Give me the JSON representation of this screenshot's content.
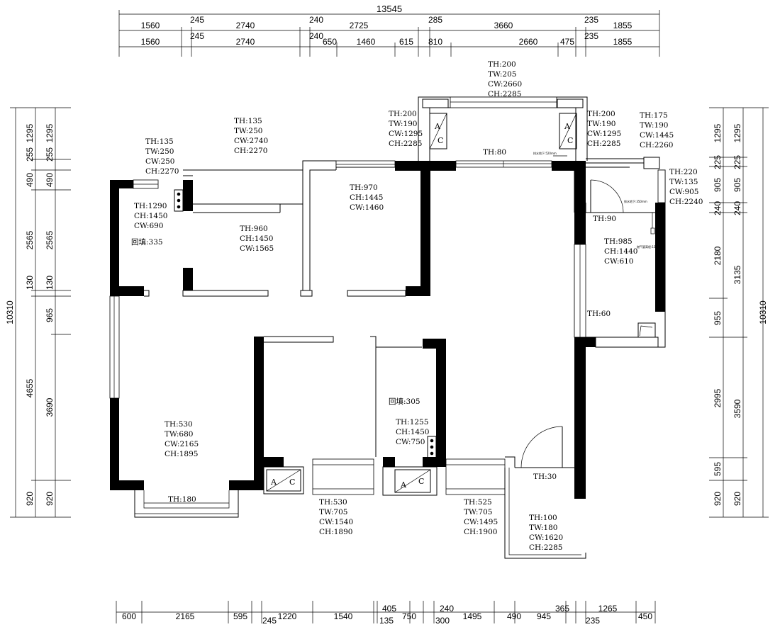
{
  "dims": {
    "top_total": "13545",
    "top_row1": [
      "1560",
      "245",
      "2740",
      "240",
      "2725",
      "285",
      "3660",
      "235",
      "1855"
    ],
    "top_row2": [
      "1560",
      "245",
      "2740",
      "240",
      "650",
      "1460",
      "615",
      "810",
      "2660",
      "475",
      "235",
      "1855"
    ],
    "bottom_row": [
      "600",
      "2165",
      "595",
      "245",
      "1220",
      "1540",
      "405",
      "135",
      "750",
      "240",
      "300",
      "1495",
      "490",
      "945",
      "365",
      "235",
      "1265",
      "450"
    ],
    "left_outer": [
      "1295",
      "255",
      "490",
      "2565",
      "130",
      "4655",
      "920"
    ],
    "left_inner": [
      "1295",
      "255",
      "490",
      "2565",
      "130",
      "965",
      "3690",
      "920"
    ],
    "left_total": "10310",
    "right_inner": [
      "1295",
      "225",
      "905",
      "240",
      "2180",
      "955",
      "2995",
      "595",
      "920"
    ],
    "right_outer": [
      "1295",
      "225",
      "905",
      "240",
      "3135",
      "3590",
      "920"
    ],
    "right_total": "10310"
  },
  "notes": {
    "top_bay": [
      "TH:200",
      "TW:205",
      "CW:2660",
      "CH:2285"
    ],
    "bay_left": [
      "TH:200",
      "TW:190",
      "CW:1295",
      "CH:2285"
    ],
    "bay_right": [
      "TH:200",
      "TW:190",
      "CW:1295",
      "CH:2285"
    ],
    "balcony_top_right": [
      "TH:175",
      "TW:190",
      "CW:1445",
      "CH:2260"
    ],
    "corner_window": [
      "TH:220",
      "TW:135",
      "CW:905",
      "CH:2240"
    ],
    "bedroom2_top": [
      "TH:135",
      "TW:250",
      "CW:2740",
      "CH:2270"
    ],
    "closet_top": [
      "TH:135",
      "TW:250",
      "CW:250",
      "CH:2270"
    ],
    "closet_window": [
      "TH:1290",
      "CH:1450",
      "CW:690"
    ],
    "closet_fill": "回填:335",
    "bedroom2_window": [
      "TH:960",
      "CH:1450",
      "CW:1565"
    ],
    "bath_window": [
      "TH:970",
      "CH:1445",
      "CW:1460"
    ],
    "living_th": "TH:80",
    "kitchen_th": "TH:90",
    "kitchen_window": [
      "TH:985",
      "CH:1440",
      "CW:610"
    ],
    "kitchen_side": "TH:60",
    "master_window": [
      "TH:530",
      "TW:680",
      "CW:2165",
      "CH:1895"
    ],
    "master_bay": "TH:180",
    "bath2_fill": "回填:305",
    "bath2_window": [
      "TH:1255",
      "CH:1450",
      "CW:750"
    ],
    "bed3_window": [
      "TH:530",
      "TW:705",
      "CW:1540",
      "CH:1890"
    ],
    "bed4_window": [
      "TH:525",
      "TW:705",
      "CW:1495",
      "CH:1900"
    ],
    "balcony_bottom_right": [
      "TH:100",
      "TW:180",
      "CW:1620",
      "CH:2285"
    ],
    "entry_th": "TH:30",
    "ac_label_a": "A",
    "ac_label_c": "C",
    "small_note_1": "排水地下:520mm",
    "small_note_2": "排水地下:350mm",
    "small_note_3": "燃气管高程:1570mm"
  }
}
